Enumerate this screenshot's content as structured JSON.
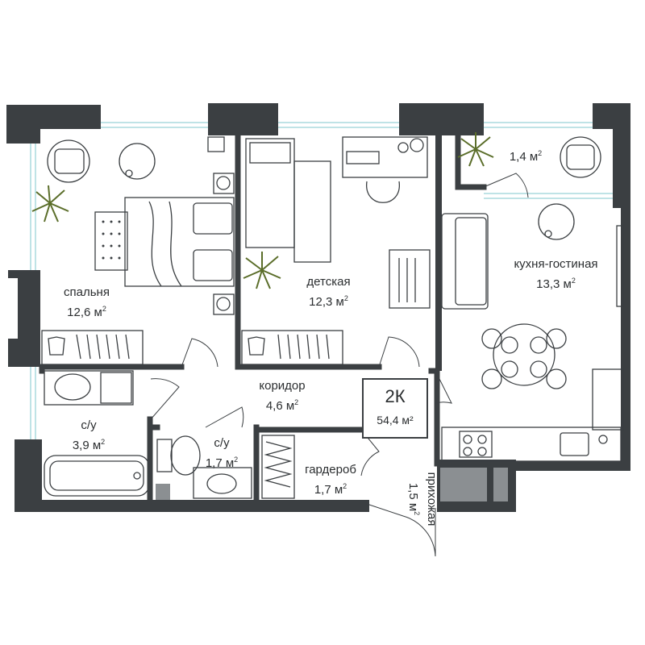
{
  "plan": {
    "apartment_type": "2К",
    "total_area": "54,4 м²",
    "rooms": [
      {
        "name": "спальня",
        "area": "12,6 м",
        "sup": "2"
      },
      {
        "name": "детская",
        "area": "12,3 м",
        "sup": "2"
      },
      {
        "name": "кухня-гостиная",
        "area": "13,3 м",
        "sup": "2"
      },
      {
        "name": "",
        "area": "1,4 м",
        "sup": "2"
      },
      {
        "name": "коридор",
        "area": "4,6 м",
        "sup": "2"
      },
      {
        "name": "с/у",
        "area": "3,9 м",
        "sup": "2"
      },
      {
        "name": "с/у",
        "area": "1,7 м",
        "sup": "2"
      },
      {
        "name": "гардероб",
        "area": "1,7 м",
        "sup": "2"
      },
      {
        "name": "прихожая",
        "area": "1,5 м",
        "sup": "2"
      }
    ]
  },
  "colors": {
    "wall": "#3b3f42",
    "glass": "#bfe3e6",
    "plant": "#5b6e2a"
  }
}
